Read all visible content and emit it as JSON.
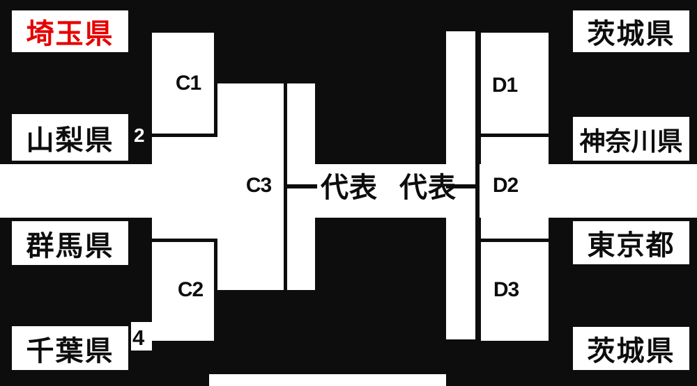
{
  "diagram_type": "tournament-bracket",
  "colors": {
    "background": "#0d0d0d",
    "cell_fill": "#ffffff",
    "line": "#0d0d0d",
    "text": "#0d0d0d",
    "highlight_text": "#e60000"
  },
  "left_bracket": {
    "prefectures": [
      {
        "label": "埼玉県",
        "highlighted": true
      },
      {
        "label": "山梨県",
        "highlighted": false
      },
      {
        "label": "群馬県",
        "highlighted": false
      },
      {
        "label": "千葉県",
        "highlighted": false
      }
    ],
    "matches": {
      "semi1": "C1",
      "semi2": "C2",
      "final": "C3"
    },
    "seeds": {
      "game2": "2",
      "game4": "4"
    },
    "winner": "代表"
  },
  "right_bracket": {
    "prefectures": [
      {
        "label": "茨城県",
        "highlighted": false
      },
      {
        "label": "神奈川県",
        "highlighted": false
      },
      {
        "label": "東京都",
        "highlighted": false
      },
      {
        "label": "茨城県",
        "highlighted": false
      }
    ],
    "matches": {
      "semi1": "D1",
      "semi2": "D3",
      "final": "D2"
    },
    "winner": "代表"
  }
}
